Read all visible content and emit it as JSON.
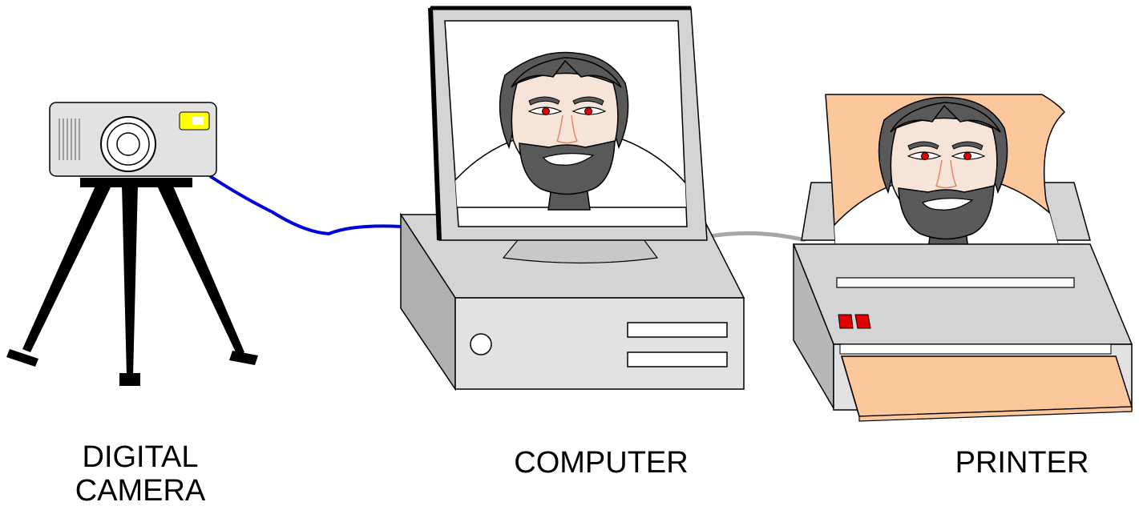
{
  "labels": {
    "camera_line1": "DIGITAL",
    "camera_line2": "CAMERA",
    "computer": "COMPUTER",
    "printer": "PRINTER"
  },
  "colors": {
    "camera_cable": "#0000dd",
    "printer_cable": "#a6a6a6",
    "device_body": "#e2e2e2",
    "paper": "#fcc89b",
    "face_skin": "#f7e4d8",
    "hair": "#595959",
    "camera_flash": "#ffff00",
    "printer_buttons": "#e00000"
  },
  "icons": [
    "camera-icon",
    "tripod-icon",
    "computer-icon",
    "monitor-icon",
    "printer-icon",
    "portrait-icon"
  ]
}
